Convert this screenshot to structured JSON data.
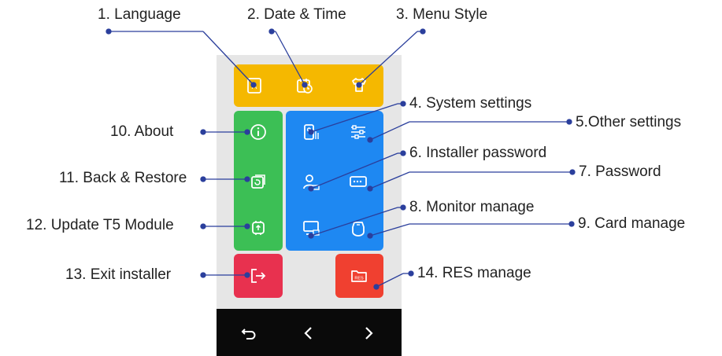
{
  "colors": {
    "top_bar": "#f5b800",
    "left_panel": "#3cbf55",
    "right_panel": "#1e88f2",
    "exit_button": "#e8314f",
    "res_button": "#f04030",
    "navbar": "#0a0a0a",
    "callout": "#2b3f9c",
    "screen_bg": "#e6e6e6"
  },
  "labels": {
    "language": "1. Language",
    "date_time": "2. Date & Time",
    "menu_style": "3. Menu Style",
    "system_settings": "4. System settings",
    "other_settings": "5.Other settings",
    "installer_password": "6. Installer password",
    "password": "7. Password",
    "monitor_manage": "8. Monitor manage",
    "card_manage": "9. Card manage",
    "about": "10. About",
    "back_restore": "11. Back & Restore",
    "update_t5": "12. Update T5 Module",
    "exit_installer": "13. Exit installer",
    "res_manage": "14. RES manage"
  },
  "icons": {
    "language": "language-icon",
    "date_time": "calendar-clock-icon",
    "menu_style": "shirt-icon",
    "about": "info-icon",
    "back_restore": "backup-icon",
    "update_t5": "update-module-icon",
    "system_settings": "system-settings-icon",
    "other_settings": "sliders-icon",
    "installer_password": "user-key-icon",
    "password": "password-icon",
    "monitor_manage": "monitor-icon",
    "card_manage": "card-icon",
    "exit_installer": "exit-icon",
    "res_manage": "res-icon",
    "nav_back": "return-icon",
    "nav_prev": "chevron-left-icon",
    "nav_next": "chevron-right-icon"
  },
  "res_icon_text": "RES"
}
